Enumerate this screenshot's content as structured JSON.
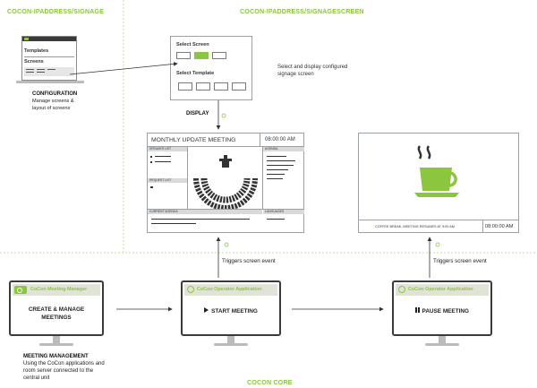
{
  "sections": {
    "signage": {
      "prefix": "COCON-IPADDRESS/",
      "bold": "SIGNAGE"
    },
    "signagescreen": {
      "prefix": "COCON-IPADDRESS/",
      "bold": "SIGNAGESCREEN"
    },
    "core": "COCON CORE"
  },
  "config": {
    "templates_label": "Templates",
    "screens_label": "Screens",
    "title": "CONFIGURATION",
    "desc_line1": "Manage screens &",
    "desc_line2": "layout of screens"
  },
  "selector": {
    "select_screen": "Select Screen",
    "select_template": "Select Template",
    "desc_line1": "Select and display configured",
    "desc_line2": "signage screen"
  },
  "display_label": "DISPLAY",
  "meeting_screen": {
    "title": "MONTHLY UPDATE MEETING",
    "time": "08:00:00 AM",
    "speaker_list": "SPEAKER LIST",
    "request_list": "REQUEST LIST",
    "agenda": "AGENDA",
    "current_agenda": "CURRENT AGENDA",
    "languages": "LANGUAGES"
  },
  "break_screen": {
    "message": "COFFEE BREAK, MEETING RESUMES AT 9:00 AM",
    "time": "08:00:00 AM"
  },
  "events": {
    "left": "Triggers screen event",
    "right": "Triggers screen event"
  },
  "monitors": {
    "manager": {
      "app": "CoCon Meeting Manager",
      "line1": "CREATE & MANAGE",
      "line2": "MEETINGS"
    },
    "operator1": {
      "app": "CoCon Operator Application",
      "action": "START MEETING"
    },
    "operator2": {
      "app": "CoCon Operator Application",
      "action": "PAUSE MEETING"
    }
  },
  "meeting_mgmt": {
    "title": "MEETING MANAGEMENT",
    "line1": "Using the CoCon applications and",
    "line2": "room server connected to the",
    "line3": "central unit"
  },
  "colors": {
    "accent": "#8cc63f",
    "line": "#333333",
    "dashed": "#cfe3a8"
  }
}
